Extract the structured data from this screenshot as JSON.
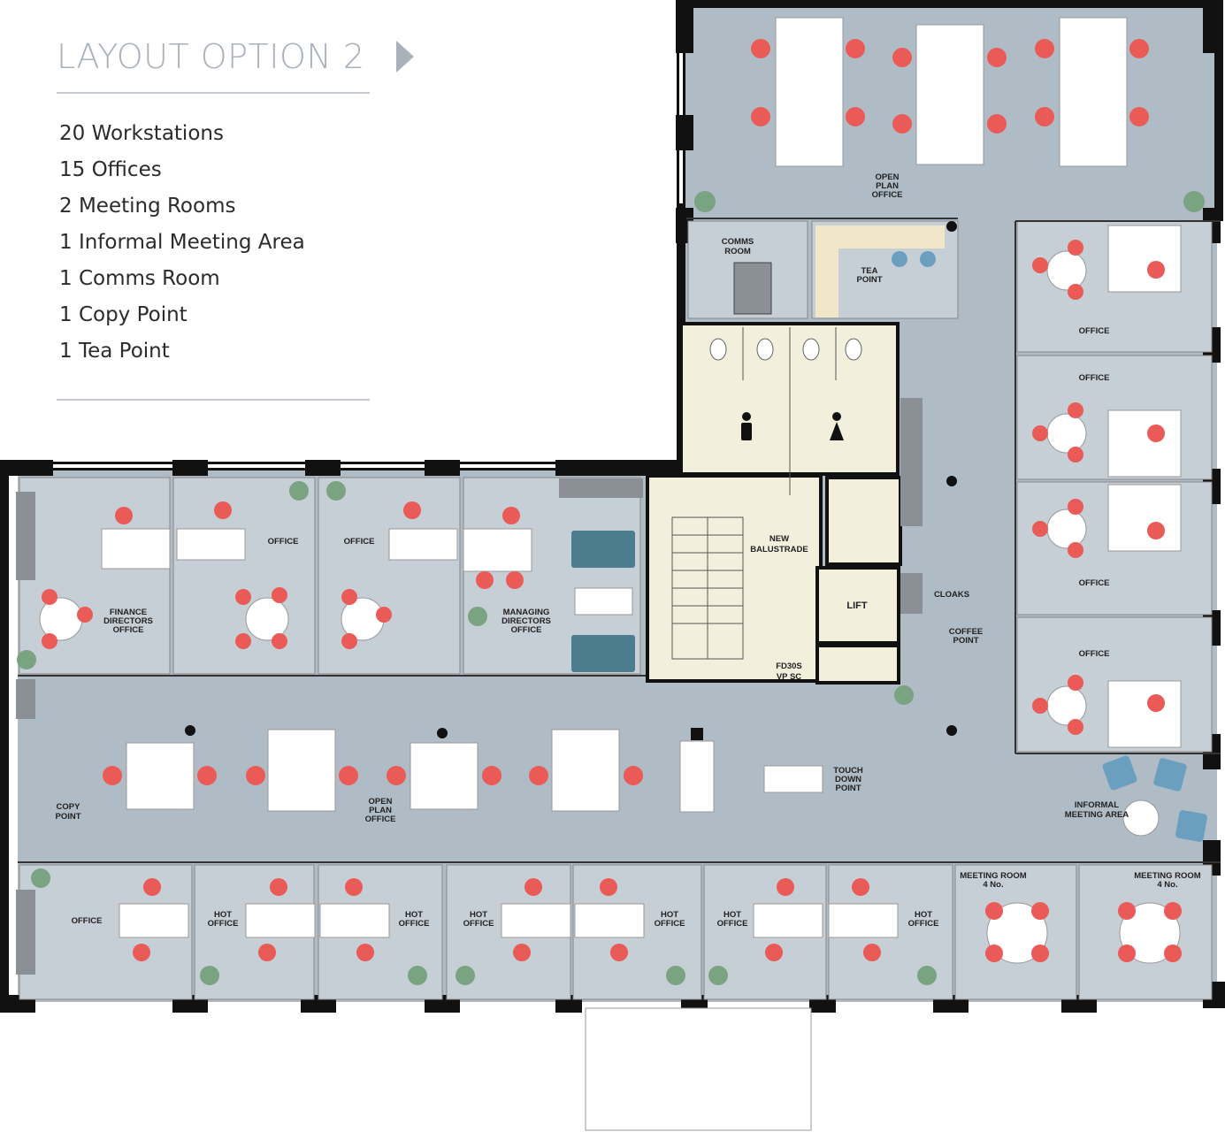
{
  "title": "LAYOUT OPTION 2",
  "features": [
    "20 Workstations",
    "15 Offices",
    "2 Meeting Rooms",
    "1 Informal Meeting Area",
    "1 Comms Room",
    "1 Copy Point",
    "1 Tea Point"
  ],
  "labels": {
    "open_plan_top": [
      "OPEN",
      "PLAN",
      "OFFICE"
    ],
    "comms_room": [
      "COMMS",
      "ROOM"
    ],
    "tea_point": [
      "TEA",
      "POINT"
    ],
    "office": "OFFICE",
    "finance": [
      "FINANCE",
      "DIRECTORS",
      "OFFICE"
    ],
    "managing": [
      "MANAGING",
      "DIRECTORS",
      "OFFICE"
    ],
    "new_balustrade": [
      "NEW",
      "BALUSTRADE"
    ],
    "lift": "LIFT",
    "fd30s": [
      "FD30S",
      "VP SC"
    ],
    "cloaks": "CLOAKS",
    "coffee_point": [
      "COFFEE",
      "POINT"
    ],
    "touch_down": [
      "TOUCH",
      "DOWN",
      "POINT"
    ],
    "copy_point": [
      "COPY",
      "POINT"
    ],
    "open_plan_mid": [
      "OPEN",
      "PLAN",
      "OFFICE"
    ],
    "informal": [
      "INFORMAL",
      "MEETING AREA"
    ],
    "hot_office": [
      "HOT",
      "OFFICE"
    ],
    "meeting_room": [
      "MEETING ROOM",
      "4 No."
    ]
  },
  "colors": {
    "floor": "#b0bcc5",
    "room": "#c6ced6",
    "core": "#f2efdd",
    "chair": "#ea5a57",
    "desk": "#ffffff",
    "wall": "#111111",
    "plant": "#79a381",
    "sofa": "#4c7d8f",
    "informal_chair": "#6b9fc0",
    "title": "#a9b2bb"
  }
}
